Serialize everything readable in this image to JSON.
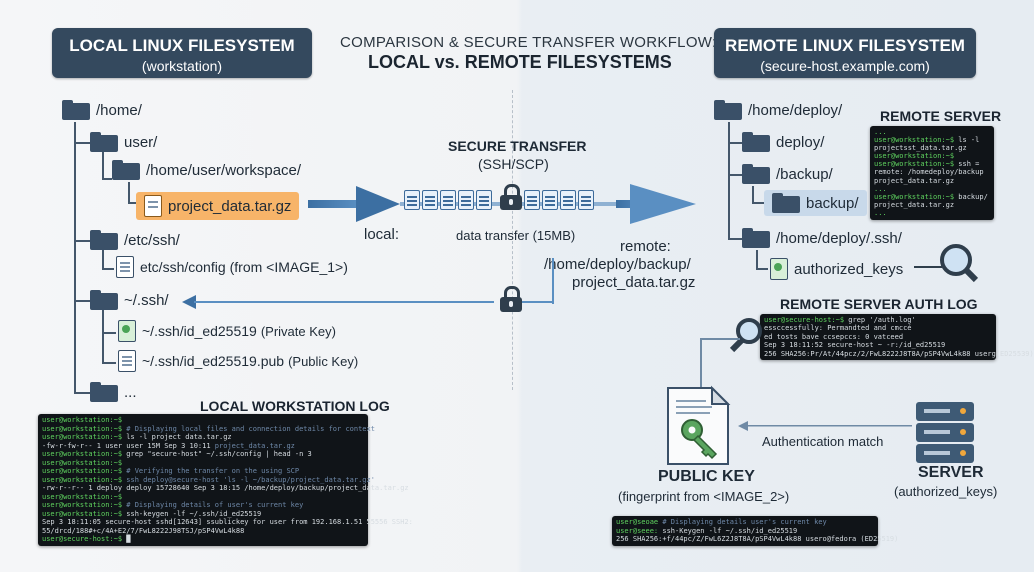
{
  "title": {
    "line1": "COMPARISON & SECURE TRANSFER WORKFLOW:",
    "line2": "LOCAL vs. REMOTE FILESYSTEMS"
  },
  "local_banner": {
    "title": "LOCAL LINUX FILESYSTEM",
    "subtitle": "(workstation)"
  },
  "remote_banner": {
    "title": "REMOTE LINUX FILESYSTEM",
    "subtitle": "(secure-host.example.com)"
  },
  "local_tree": {
    "home": "/home/",
    "user": "user/",
    "workspace": "/home/user/workspace/",
    "project_file": "project_data.tar.gz",
    "etc_ssh": "/etc/ssh/",
    "ssh_config": "etc/ssh/config",
    "ssh_config_note": "(from <IMAGE_1>)",
    "dot_ssh": "~/.ssh/",
    "private_key": "~/.ssh/id_ed25519",
    "private_key_note": "(Private Key)",
    "public_key": "~/.ssh/id_ed25519.pub",
    "public_key_note": "(Public Key)",
    "more": "..."
  },
  "remote_tree": {
    "home_deploy": "/home/deploy/",
    "deploy": "deploy/",
    "backup_parent": "/backup/",
    "backup": "backup/",
    "ssh_dir": "/home/deploy/.ssh/",
    "authorized_keys": "authorized_keys"
  },
  "transfer": {
    "heading": "SECURE TRANSFER",
    "sub": "(SSH/SCP)",
    "local_label": "local:",
    "size_label": "data transfer (15MB)",
    "remote_label_1": "remote:",
    "remote_label_2": "/home/deploy/backup/",
    "remote_label_3": "project_data.tar.gz"
  },
  "remote_server_terminal": {
    "heading": "REMOTE SERVER",
    "lines": [
      {
        "p": "...",
        "t": ""
      },
      {
        "p": "user@workstation:~$",
        "t": " ls -l"
      },
      {
        "p": "",
        "t": "projectsst_data.tar.gz"
      },
      {
        "p": "user@workstation:~$",
        "t": ""
      },
      {
        "p": "user@workstation:~$",
        "t": " ssh ="
      },
      {
        "p": "",
        "t": "  remote: /homedeploy/backup"
      },
      {
        "p": "",
        "t": "  project_data.tar.gz"
      },
      {
        "p": "...",
        "t": ""
      },
      {
        "p": "user@workstation:~$",
        "t": " backup/"
      },
      {
        "p": "",
        "t": "  project_data.tar.gz"
      },
      {
        "p": "...",
        "t": ""
      }
    ]
  },
  "auth_log_terminal": {
    "heading": "REMOTE SERVER AUTH LOG",
    "lines": [
      {
        "p": "user@secure-host:~$",
        "t": " grep '/auth.log'"
      },
      {
        "p": "",
        "t": "essccessfully: Permandted and cmccé"
      },
      {
        "p": "",
        "t": "ed tosts bave ccsepccs: 0 vatceed"
      },
      {
        "p": "",
        "t": "Sep  3 18:11:52 secure-host ~ -r:/id_ed25519"
      },
      {
        "p": "",
        "t": "256 SHA256:Pr/At/44pcz/2/FwL8222J8T8A/pSP4VwL4k88 userg(ED25539)"
      }
    ]
  },
  "local_log_terminal": {
    "heading": "LOCAL WORKSTATION LOG",
    "lines": [
      {
        "p": "user@workstation:~$",
        "t": "",
        "k": ""
      },
      {
        "p": "user@workstation:~$",
        "t": "",
        "k": " # Displaying local files and connection details for context"
      },
      {
        "p": "user@workstation:~$",
        "t": " ls -l project data.tar.gz",
        "k": ""
      },
      {
        "p": "",
        "t": "-fw-r-fw-r-- 1 user user 15M Sep  3 10:11 ",
        "k": "project_data.tar.gz"
      },
      {
        "p": "user@workstation:~$",
        "t": " grep \"secure-host\" ~/.ssh/config | head -n 3",
        "k": ""
      },
      {
        "p": "user@workstation:~$",
        "t": "",
        "k": ""
      },
      {
        "p": "user@workstation:~$",
        "t": "",
        "k": " # Verifying the transfer on the using SCP"
      },
      {
        "p": "user@workstation:~$",
        "t": "",
        "k": " ssh deploy@secure-host 'ls -l ~/backup/project_data.tar.gz'"
      },
      {
        "p": "",
        "t": "-rw-r--r-- 1 deploy deploy 15728640 Sep  3 18:15 /home/deploy/backup/project_data.tar.gz",
        "k": ""
      },
      {
        "p": "user@workstation:~$",
        "t": "",
        "k": ""
      },
      {
        "p": "user@workstation:~$",
        "t": "",
        "k": " # Displaying details of user's current key"
      },
      {
        "p": "user@workstation:~$",
        "t": " ssh-keygen -lf ~/.ssh/id_ed25519",
        "k": ""
      },
      {
        "p": "",
        "t": "Sep  3 18:11:05 secure-host sshd[12643] ssublickey for user from 192.168.1.51 55556 SSH2:",
        "k": ""
      },
      {
        "p": "",
        "t": "55/drcd/188#+c/4A+E2/7/FwL8222J98TSJ/pSP4VwL4k88",
        "k": ""
      },
      {
        "p": "user@secure-host:~$",
        "t": " █",
        "k": ""
      }
    ]
  },
  "key_terminal": {
    "lines": [
      {
        "p": "user@seoae",
        "t": "",
        "k": " # Displaying details user's current key"
      },
      {
        "p": "user@seee:",
        "t": " ssh-Keygen -lf ~/.ssh/id_ed25519",
        "k": ""
      },
      {
        "p": "",
        "t": "256 SHA256:+f/44pc/Z/FwL6Z2J8T8A/pSP4VwL4k88 usero@fedora (ED25519)",
        "k": ""
      }
    ]
  },
  "auth": {
    "public_key_title": "PUBLIC KEY",
    "public_key_sub": "(fingerprint from <IMAGE_2>)",
    "match_label": "Authentication match",
    "server_title": "SERVER",
    "server_sub": "(authorized_keys)"
  }
}
